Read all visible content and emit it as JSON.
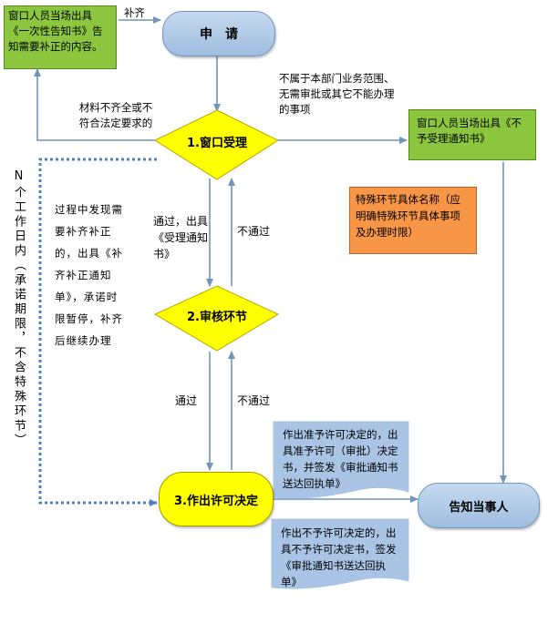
{
  "boxes": {
    "apply": "申　请",
    "green_left": "窗口人员当场出具《一次性告知书》告知需要补正的内容。",
    "green_right": "窗口人员当场出具《不予受理通知书》",
    "orange": "特殊环节具体名称（应明确特殊环节具体事项及办理时限）",
    "approve_doc": "作出准予许可决定的，出具准予许可（审批）决定书，并签发《审批通知书送达回执单》",
    "reject_doc": "作出不予许可决定的，出具不予许可决定书，签发《审批通知书送达回执单》",
    "notify": "告知当事人"
  },
  "nodes": {
    "accept": "1.窗口受理",
    "review": "2.审核环节",
    "decision": "3.作出许可决定"
  },
  "labels": {
    "buqi": "补齐",
    "incomplete": "材料不齐全或不符合法定要求的",
    "out_of_scope": "不属于本部门业务范围、无需审批或其它不能办理的事项",
    "pass_issue": "通过，出具《受理通知书》",
    "fail1": "不通过",
    "pass2": "通过",
    "fail2": "不通过",
    "supplement": "过程中发现需要补齐补正的，出具《补齐补正通知单》，承诺时限暂停，补齐后继续办理",
    "vertical": "N个工作日内（承诺期限，不含特殊环节）"
  },
  "colors": {
    "blue_box": "#a9c4e4",
    "yellow": "#ffff00",
    "green": "#8cc63f",
    "orange": "#f79646",
    "arrow": "#6f95bd",
    "dotted": "#4f81bd"
  }
}
